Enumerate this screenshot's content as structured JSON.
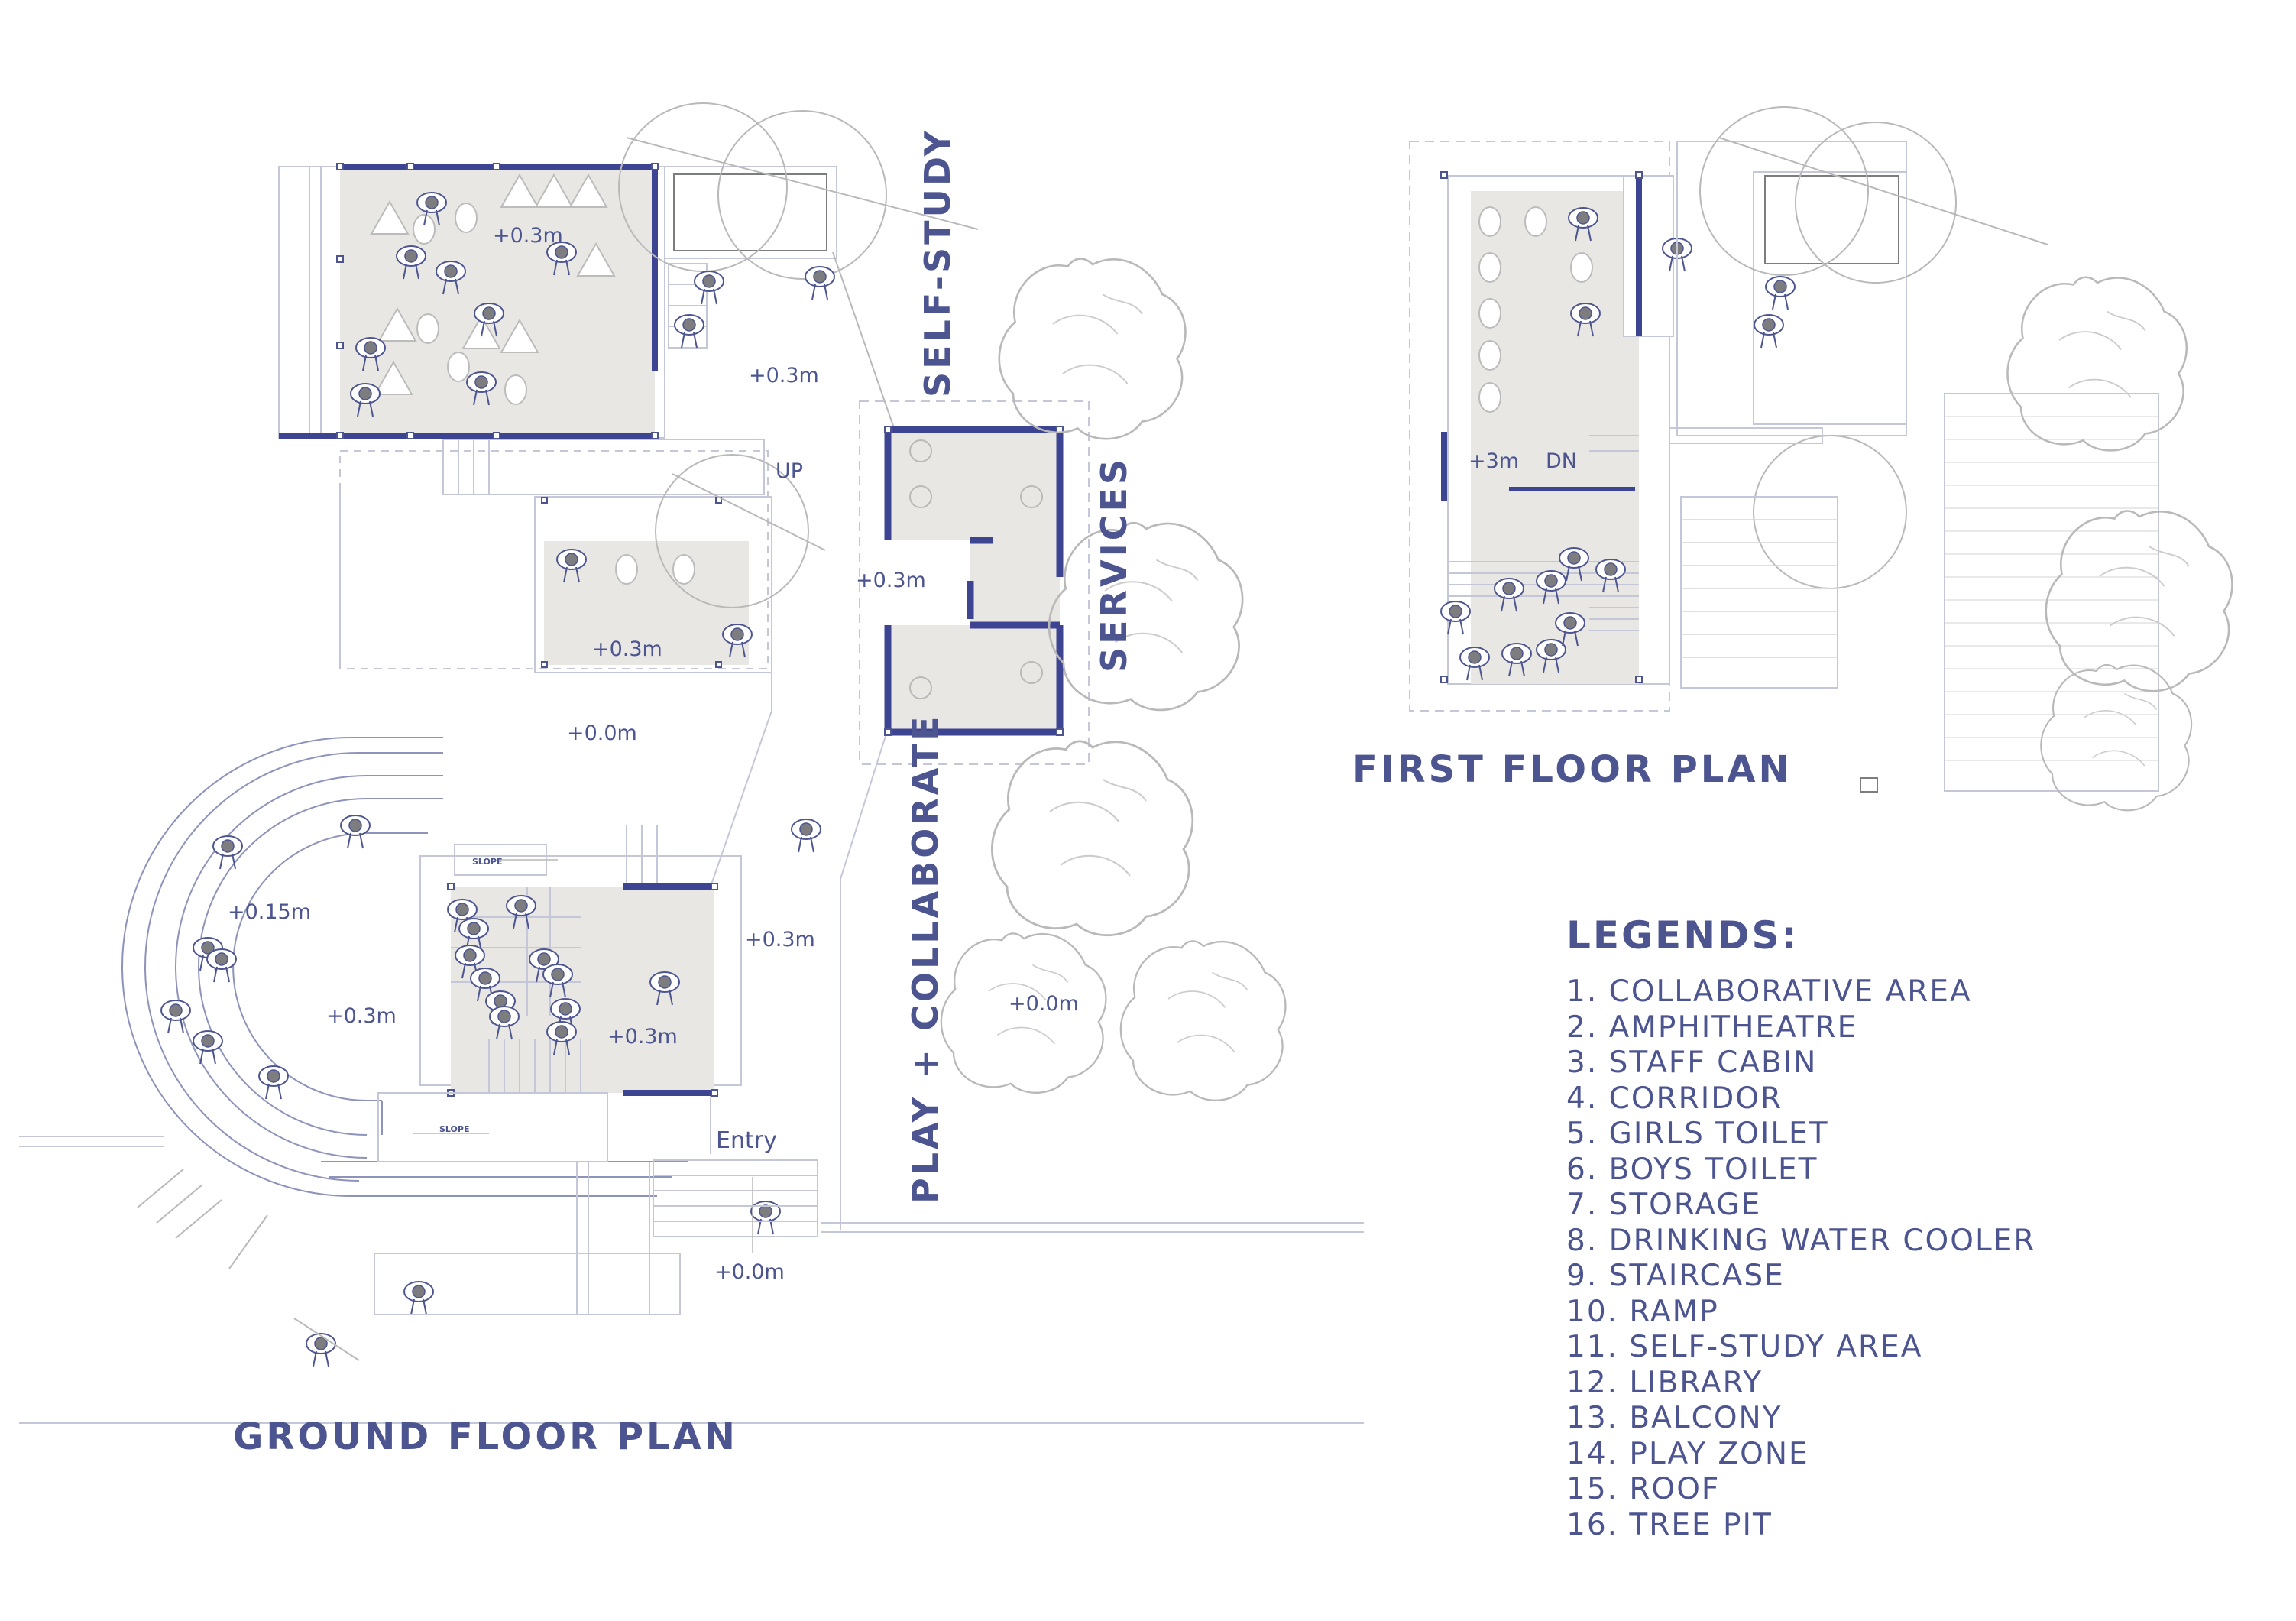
{
  "titles": {
    "ground": "GROUND FLOOR PLAN",
    "first": "FIRST FLOOR PLAN"
  },
  "zones": {
    "self_study": "SELF-STUDY",
    "services": "SERVICES",
    "play": "PLAY + COLLABORATE"
  },
  "levels": {
    "collab": "+0.3m",
    "courtyard_top": "+0.3m",
    "staff": "+0.3m",
    "corridor": "+0.3m",
    "open": "+0.0m",
    "amphi_tier": "+0.15m",
    "amphi_center": "+0.3m",
    "library": "+0.3m",
    "walk": "+0.3m",
    "play": "+0.0m",
    "entry_level": "+0.0m",
    "first_floor": "+3m"
  },
  "marks": {
    "up": "UP",
    "dn": "DN",
    "entry": "Entry",
    "slope_top": "SLOPE",
    "slope_bottom": "SLOPE"
  },
  "legend": {
    "title": "LEGENDS:",
    "items": [
      "1. COLLABORATIVE AREA",
      "2. AMPHITHEATRE",
      "3. STAFF CABIN",
      "4. CORRIDOR",
      "5. GIRLS TOILET",
      "6. BOYS TOILET",
      "7.  STORAGE",
      "8. DRINKING WATER COOLER",
      "9.  STAIRCASE",
      "10. RAMP",
      "11. SELF-STUDY AREA",
      "12. LIBRARY",
      "13. BALCONY",
      "14. PLAY ZONE",
      "15. ROOF",
      "16. TREE PIT"
    ]
  },
  "colors": {
    "accent": "#4c5590",
    "wall": "#3d4491",
    "floor": "#e9e7e3",
    "line": "#c4c7d8",
    "tree": "#b9b9b9"
  }
}
